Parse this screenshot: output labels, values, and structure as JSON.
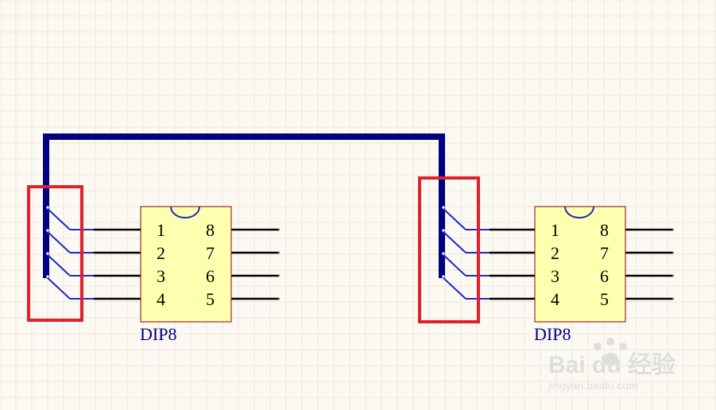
{
  "schematic": {
    "colors": {
      "background": "#fcf9f3",
      "grid": "#ebe7df",
      "bus": "#000080",
      "wire": "#000000",
      "entry": "#1a2cc4",
      "component_fill": "#ffffb0",
      "component_border": "#8b0000",
      "pin_text": "#000000",
      "designator_text": "#000080",
      "highlight": "#e0202a",
      "watermark": "#dcdcdc"
    },
    "components": [
      {
        "designator": "DIP8",
        "pins_left": [
          "1",
          "2",
          "3",
          "4"
        ],
        "pins_right": [
          "8",
          "7",
          "6",
          "5"
        ]
      },
      {
        "designator": "DIP8",
        "pins_left": [
          "1",
          "2",
          "3",
          "4"
        ],
        "pins_right": [
          "8",
          "7",
          "6",
          "5"
        ]
      }
    ],
    "watermark": {
      "brand": "Bai du 经验",
      "url": "jingyan.baidu.com"
    }
  }
}
